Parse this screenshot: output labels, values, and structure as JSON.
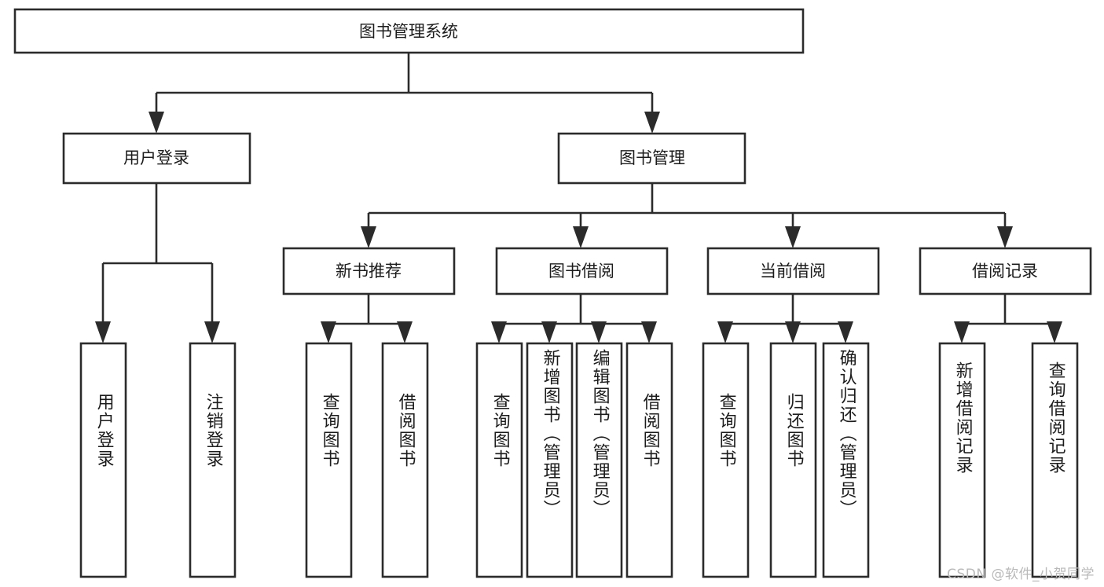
{
  "diagram": {
    "type": "tree",
    "title": "图书管理系统",
    "orientation": "top-down",
    "colors": {
      "box_stroke": "#2b2b2b",
      "box_fill": "#ffffff",
      "text": "#1c1c1c",
      "background": "#ffffff",
      "watermark": "#b9b9b9"
    },
    "root": {
      "label": "图书管理系统"
    },
    "level1": [
      {
        "label": "用户登录"
      },
      {
        "label": "图书管理"
      }
    ],
    "level2": [
      {
        "label": "新书推荐"
      },
      {
        "label": "图书借阅"
      },
      {
        "label": "当前借阅"
      },
      {
        "label": "借阅记录"
      }
    ],
    "leaves": {
      "user_login": [
        {
          "label": "用户登录"
        },
        {
          "label": "注销登录"
        }
      ],
      "new_book_recommend": [
        {
          "label": "查询图书"
        },
        {
          "label": "借阅图书"
        }
      ],
      "book_borrow": [
        {
          "label": "查询图书"
        },
        {
          "label": "新增图书（管理员）"
        },
        {
          "label": "编辑图书（管理员）"
        },
        {
          "label": "借阅图书"
        }
      ],
      "current_borrow": [
        {
          "label": "查询图书"
        },
        {
          "label": "归还图书"
        },
        {
          "label": "确认归还（管理员）"
        }
      ],
      "borrow_record": [
        {
          "label": "新增借阅记录"
        },
        {
          "label": "查询借阅记录"
        }
      ]
    }
  },
  "watermark": {
    "text": "CSDN @软件_小贺同学"
  }
}
